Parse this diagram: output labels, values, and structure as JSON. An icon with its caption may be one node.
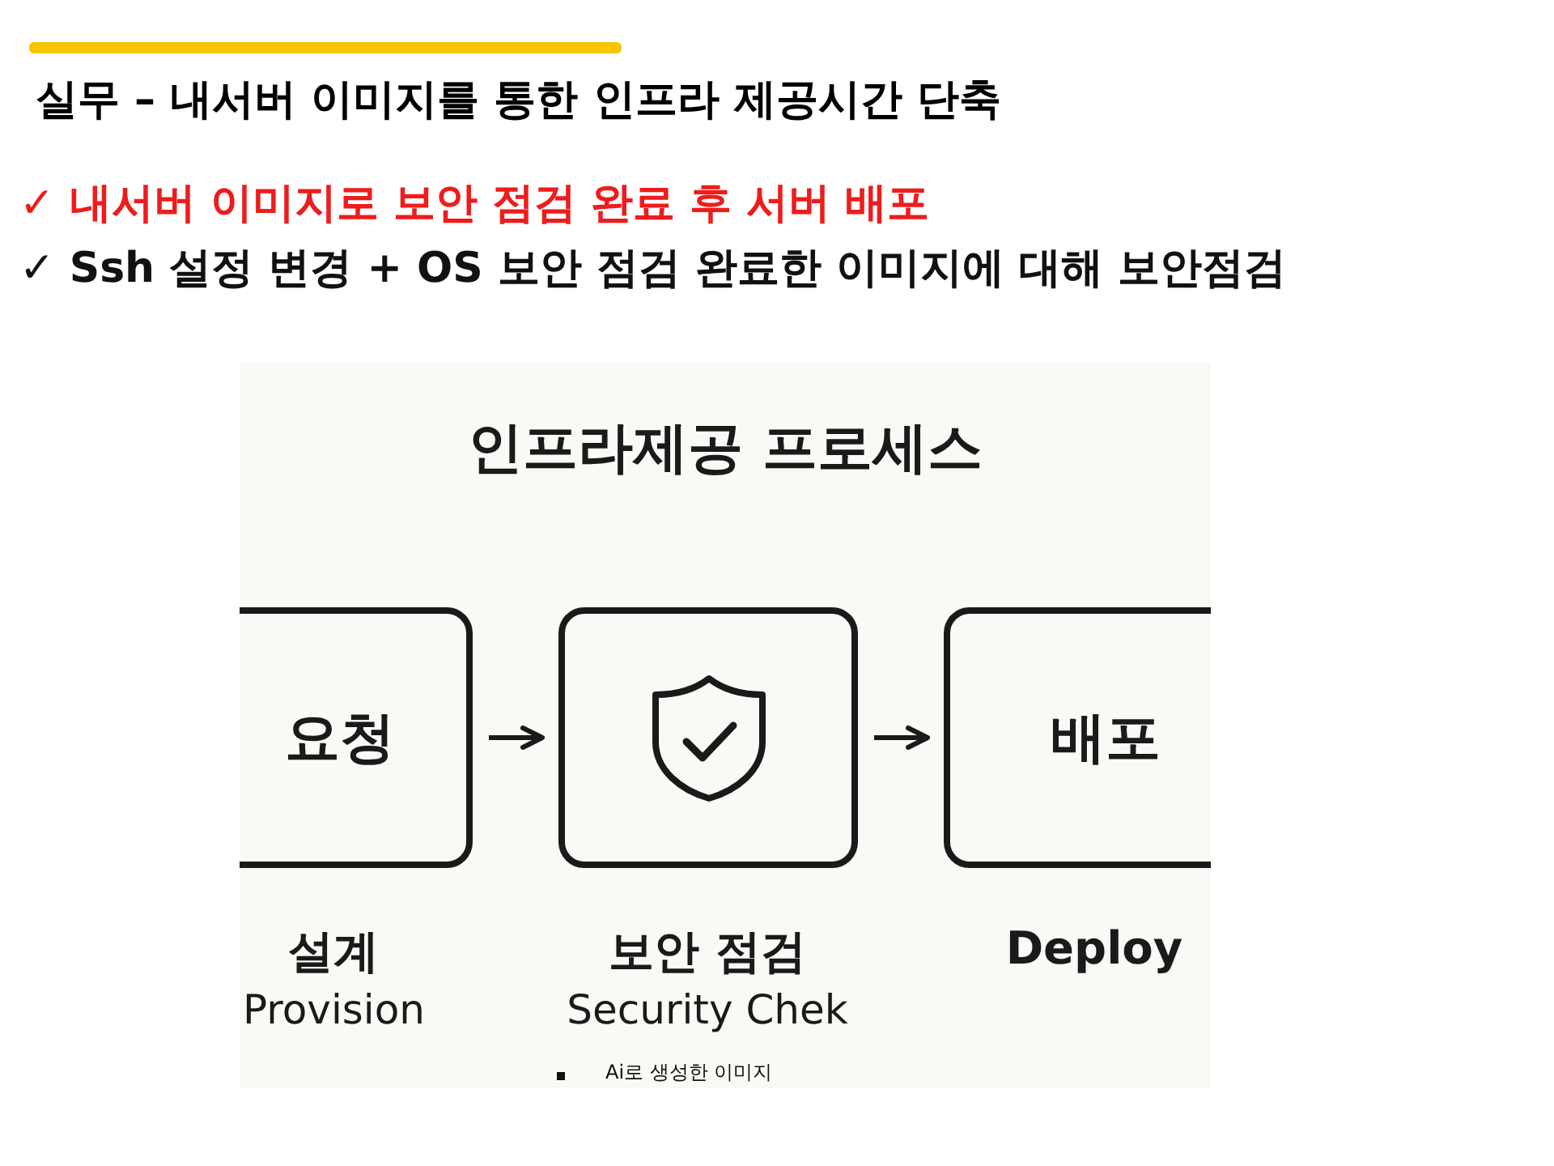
{
  "diagram": {
    "title": "실무 – 내서버 이미지를 통한 인프라 제공시간 단축",
    "nodes": [
      {
        "text": [
          "요청"
        ],
        "beside": [
          "설계",
          "Provision"
        ]
      },
      {
        "text": [],
        "shape": "box",
        "beside": [
          "보안 점검",
          "Security Chek"
        ]
      },
      {
        "text": [
          "배포"
        ],
        "beside": [
          "Deploy"
        ]
      }
    ],
    "edges": [
      {
        "from": 0,
        "to": 1,
        "arrow": "to"
      },
      {
        "from": 1,
        "to": 2,
        "arrow": "to"
      }
    ],
    "labels": [
      "✓ 내서버 이미지로 보안 점검 완료 후 서버 배포",
      "✓ Ssh 설정 변경 + OS 보안 점검 완료한 이미지에 대해 보안점검",
      "인프라제공 프로세스",
      "Ai로 생성한 이미지"
    ]
  }
}
